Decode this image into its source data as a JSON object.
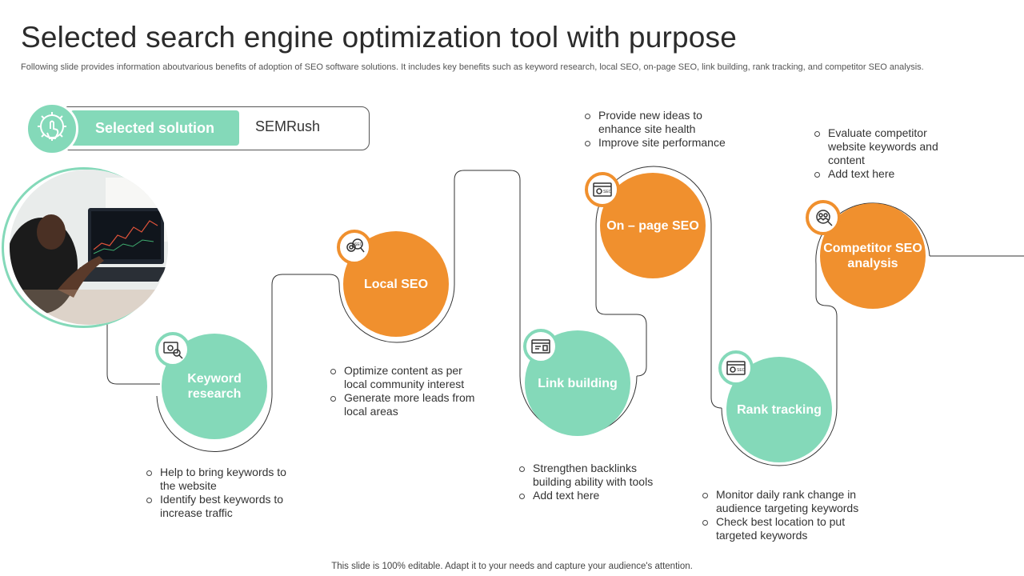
{
  "title": "Selected search engine optimization tool with purpose",
  "subtitle": "Following slide provides information aboutvarious benefits of adoption of SEO software solutions. It includes key benefits such as keyword research, local SEO, on-page SEO, link building, rank tracking, and competitor SEO analysis.",
  "selected": {
    "label": "Selected solution",
    "value": "SEMRush",
    "icon": "gear-hand-icon"
  },
  "photo": {
    "icon": "person-laptop-chart-photo"
  },
  "steps": [
    {
      "label": "Keyword research",
      "color": "#84d9b9",
      "icon": "keyword-search-icon",
      "bullets": [
        "Help to bring keywords to the website",
        "Identify best keywords to increase traffic"
      ]
    },
    {
      "label": "Local SEO",
      "color": "#f0902e",
      "icon": "seo-gear-search-icon",
      "bullets": [
        "Optimize content as per local community interest",
        "Generate more leads from local areas"
      ]
    },
    {
      "label": "Link building",
      "color": "#84d9b9",
      "icon": "browser-window-icon",
      "bullets": [
        "Strengthen backlinks building ability with tools",
        "Add text here"
      ]
    },
    {
      "label": "On – page SEO",
      "color": "#f0902e",
      "icon": "seo-browser-icon",
      "bullets": [
        "Provide new ideas to enhance site health",
        "Improve site performance"
      ]
    },
    {
      "label": "Rank tracking",
      "color": "#84d9b9",
      "icon": "seo-browser-icon",
      "bullets": [
        "Monitor daily rank change in audience targeting keywords",
        "Check best location to put targeted keywords"
      ]
    },
    {
      "label": "Competitor SEO analysis",
      "color": "#f0902e",
      "icon": "user-search-icon",
      "bullets": [
        "Evaluate competitor website keywords and content",
        "Add text here"
      ]
    }
  ],
  "footer": "This slide is 100% editable. Adapt it to your needs and capture your audience's attention."
}
